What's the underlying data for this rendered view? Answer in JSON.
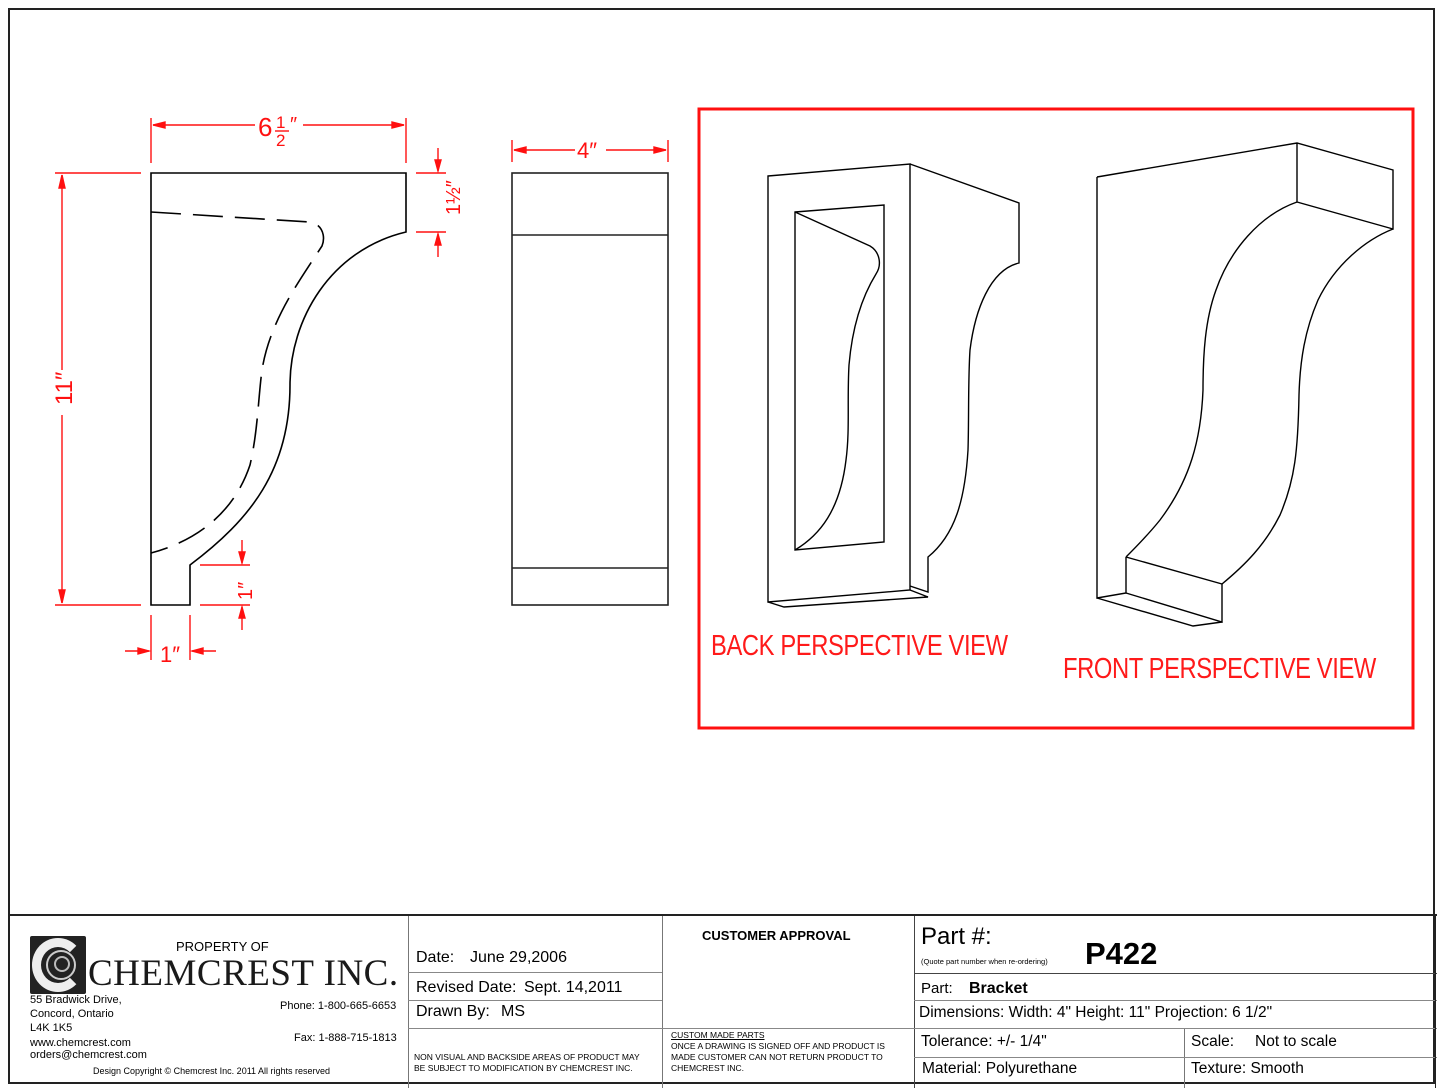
{
  "drawing": {
    "side_view": {
      "dimensions": {
        "projection_label": "6½\"",
        "projection_whole": "6",
        "projection_num": "1",
        "projection_den": "2",
        "height_label": "11\"",
        "top_thickness_label": "1½\"",
        "bottom_step_height_label": "1\"",
        "bottom_width_label": "1\""
      }
    },
    "front_view": {
      "dimensions": {
        "width_label": "4\""
      }
    },
    "perspective_box": {
      "border_color": "#ff1010",
      "back_label": "BACK PERSPECTIVE VIEW",
      "front_label": "FRONT PERSPECTIVE VIEW"
    },
    "dimension_color": "#ff1010",
    "line_color": "#000000"
  },
  "title_block": {
    "company": {
      "property_of": "PROPERTY OF",
      "name": "CHEMCREST INC.",
      "address_line1": "55 Bradwick Drive,",
      "address_line2": "Concord, Ontario",
      "postal_code": "L4K 1K5",
      "website": "www.chemcrest.com",
      "email": "orders@chemcrest.com",
      "phone": "Phone: 1-800-665-6653",
      "fax": "Fax: 1-888-715-1813",
      "copyright": "Design Copyright © Chemcrest Inc. 2011 All rights reserved"
    },
    "dates": {
      "date_label": "Date:",
      "date_value": "June 29,2006",
      "revised_label": "Revised Date:",
      "revised_value": "Sept. 14,2011",
      "drawn_by_label": "Drawn By:",
      "drawn_by_value": "MS"
    },
    "disclaimer_left": {
      "line1": "NON VISUAL AND BACKSIDE AREAS OF PRODUCT MAY",
      "line2": "BE SUBJECT TO MODIFICATION BY CHEMCREST INC."
    },
    "customer_approval": {
      "title": "CUSTOMER APPROVAL",
      "custom_heading": "CUSTOM MADE PARTS",
      "line1": "ONCE A DRAWING IS SIGNED OFF AND PRODUCT IS",
      "line2": "MADE CUSTOMER CAN NOT RETURN PRODUCT TO",
      "line3": "CHEMCREST INC."
    },
    "part": {
      "part_number_label": "Part #:",
      "part_number_note": "(Quote part number when re-ordering)",
      "part_number": "P422",
      "part_label": "Part:",
      "part_name": "Bracket",
      "dimensions": "Dimensions: Width: 4\" Height: 11\" Projection: 6 1/2\"",
      "tolerance": "Tolerance: +/- 1/4\"",
      "scale_label": "Scale:",
      "scale_value": "Not to scale",
      "material": "Material: Polyurethane",
      "texture": "Texture: Smooth"
    }
  }
}
